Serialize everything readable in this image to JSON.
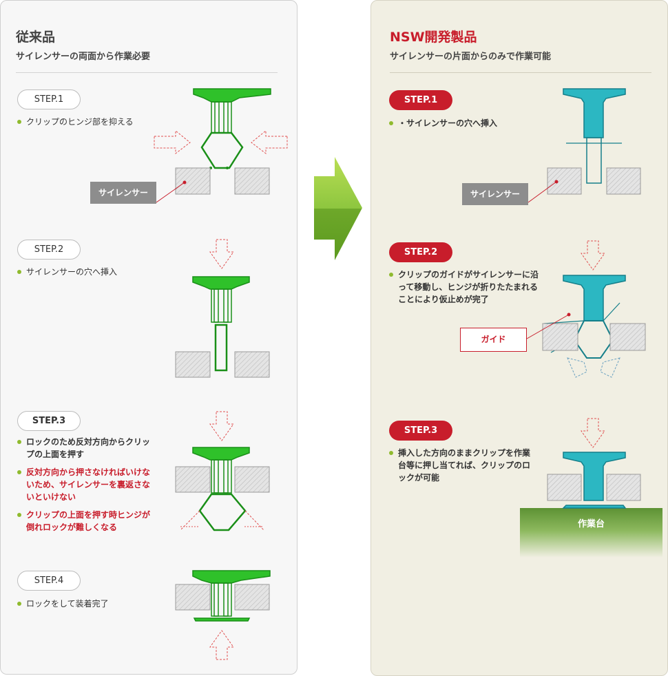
{
  "colors": {
    "clip_green": "#2fc12a",
    "clip_green_dark": "#1a8f18",
    "clip_teal": "#2cb7c2",
    "clip_teal_dark": "#157f8a",
    "accent_red": "#c81d2b",
    "bullet_green": "#8fba2e",
    "arrow_green": "#8dc63f"
  },
  "conventional": {
    "title": "従来品",
    "subtitle": "サイレンサーの両面から作業必要",
    "silencer_label": "サイレンサー",
    "steps": [
      {
        "label": "STEP.1",
        "items": [
          {
            "text": "クリップのヒンジ部を抑える",
            "style": "normal"
          }
        ]
      },
      {
        "label": "STEP.2",
        "items": [
          {
            "text": "サイレンサーの穴へ挿入",
            "style": "normal"
          }
        ]
      },
      {
        "label": "STEP.3",
        "items": [
          {
            "text": "ロックのため反対方向からクリップの上面を押す",
            "style": "bold"
          },
          {
            "text": "反対方向から押さなければいけないため、サイレンサーを裏返さないといけない",
            "style": "red"
          },
          {
            "text": "クリップの上面を押す時ヒンジが倒れロックが難しくなる",
            "style": "red"
          }
        ]
      },
      {
        "label": "STEP.4",
        "items": [
          {
            "text": "ロックをして装着完了",
            "style": "normal"
          }
        ]
      }
    ]
  },
  "nsw": {
    "title": "NSW開発製品",
    "subtitle": "サイレンサーの片面からのみで作業可能",
    "silencer_label": "サイレンサー",
    "guide_label": "ガイド",
    "bench_label": "作業台",
    "steps": [
      {
        "label": "STEP.1",
        "items": [
          {
            "text": "・サイレンサーの穴へ挿入",
            "style": "bold"
          }
        ]
      },
      {
        "label": "STEP.2",
        "items": [
          {
            "text": "クリップのガイドがサイレンサーに沿って移動し、ヒンジが折りたたまれることにより仮止めが完了",
            "style": "bold"
          }
        ]
      },
      {
        "label": "STEP.3",
        "items": [
          {
            "text": "挿入した方向のままクリップを作業台等に押し当てれば、クリップのロックが可能",
            "style": "bold"
          }
        ]
      }
    ]
  }
}
